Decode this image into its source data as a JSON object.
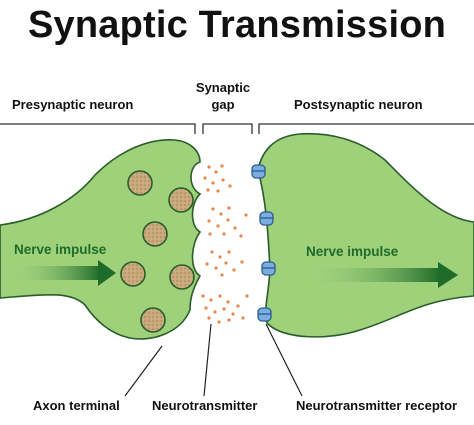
{
  "title": "Synaptic Transmission",
  "labels": {
    "presynaptic": "Presynaptic neuron",
    "synaptic_gap": "Synaptic gap",
    "postsynaptic": "Postsynaptic neuron",
    "nerve_impulse_left": "Nerve impulse",
    "nerve_impulse_right": "Nerve impulse",
    "axon_terminal": "Axon terminal",
    "neurotransmitter": "Neurotransmitter",
    "receptor": "Neurotransmitter receptor"
  },
  "colors": {
    "neuron_fill": "#9fd17b",
    "neuron_outline": "#2a5d2a",
    "vesicle_fill": "#c8a97e",
    "dot_color": "#e8884d",
    "receptor_fill": "#7aaee0",
    "arrow": "#1e6b2a"
  }
}
